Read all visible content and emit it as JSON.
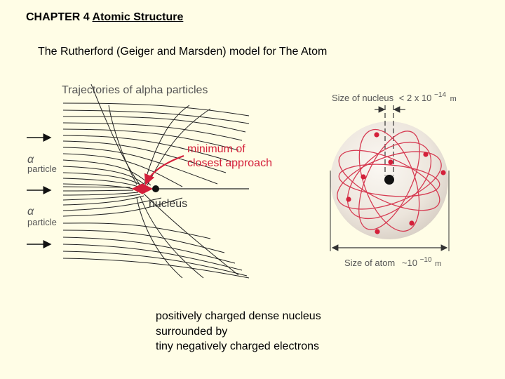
{
  "header": {
    "chapter_label": "CHAPTER 4",
    "chapter_title": "Atomic Structure"
  },
  "subtitle": "The Rutherford (Geiger and Marsden) model for The Atom",
  "figure": {
    "trajectories_title": "Trajectories of alpha particles",
    "alpha_symbol": "α",
    "particle_word": "particle",
    "min_approach_line1": "minimum of",
    "min_approach_line2": "closest approach",
    "nucleus_label": "nucleus",
    "size_nucleus_text": "Size of nucleus",
    "size_nucleus_value": "< 2 x 10",
    "size_nucleus_exp": "−14",
    "size_nucleus_unit": "m",
    "size_atom_text": "Size of atom",
    "size_atom_value": "~10",
    "size_atom_exp": "−10",
    "size_atom_unit": "m",
    "colors": {
      "electron": "#d4203a",
      "orbit": "#d63b52",
      "arrow": "#d4203a",
      "label_red": "#d4203a",
      "label_gray": "#555555",
      "atom_fill": "#efe9e1"
    }
  },
  "caption": {
    "line1": "positively charged dense nucleus",
    "line2": "surrounded by",
    "line3": "tiny negatively charged electrons"
  }
}
